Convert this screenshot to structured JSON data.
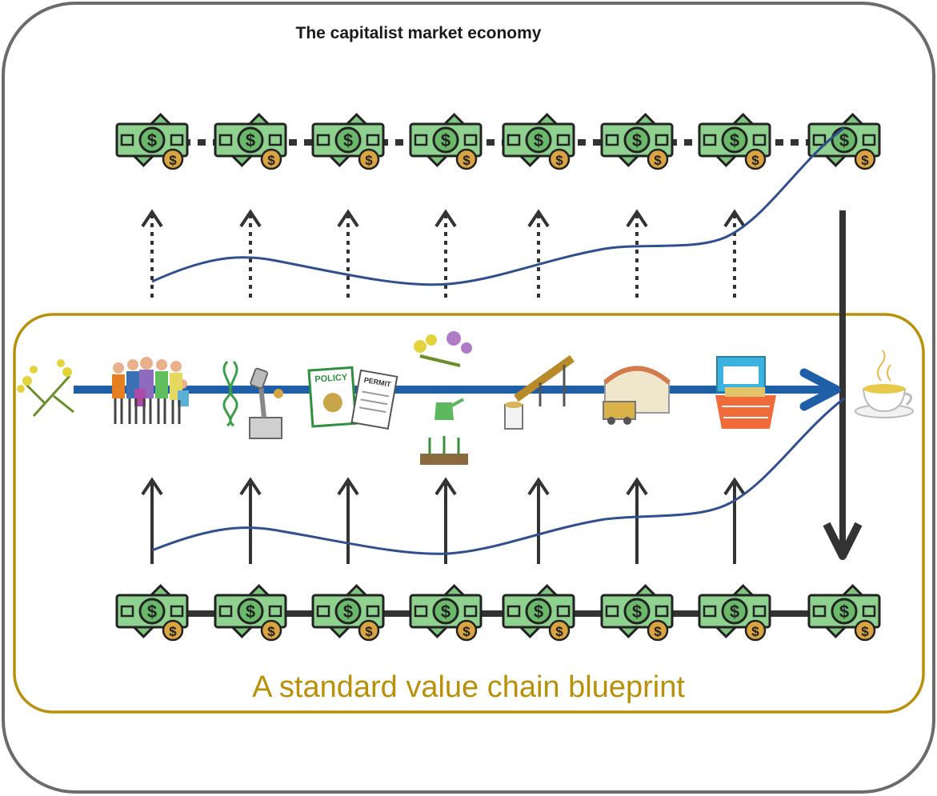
{
  "diagram": {
    "outer_title": "The capitalist market economy",
    "inner_title": "A standard value chain blueprint",
    "colors": {
      "outer_border": "#6b6b6b",
      "inner_border": "#b8900a",
      "main_flow": "#1f5fa8",
      "curve": "#2f4f8f",
      "money_green": "#7fc47f",
      "arrow_dark": "#333333"
    },
    "top_money_row": {
      "count": 8,
      "connector": "dotted"
    },
    "bottom_money_row": {
      "count": 8,
      "connector": "solid"
    },
    "stages": [
      {
        "name": "plant",
        "icon": "plant-icon"
      },
      {
        "name": "people",
        "icon": "people-icon"
      },
      {
        "name": "research",
        "icon": "dna-microscope-icon"
      },
      {
        "name": "policy-permit",
        "icon": "policy-permit-icon"
      },
      {
        "name": "cultivation",
        "icon": "cultivation-icon"
      },
      {
        "name": "processing",
        "icon": "conveyor-icon"
      },
      {
        "name": "warehouse",
        "icon": "warehouse-truck-icon"
      },
      {
        "name": "retail",
        "icon": "shop-basket-icon"
      },
      {
        "name": "consumer-product",
        "icon": "tea-cup-icon"
      }
    ],
    "policy_label": "POLICY",
    "permit_label": "PERMIT"
  }
}
